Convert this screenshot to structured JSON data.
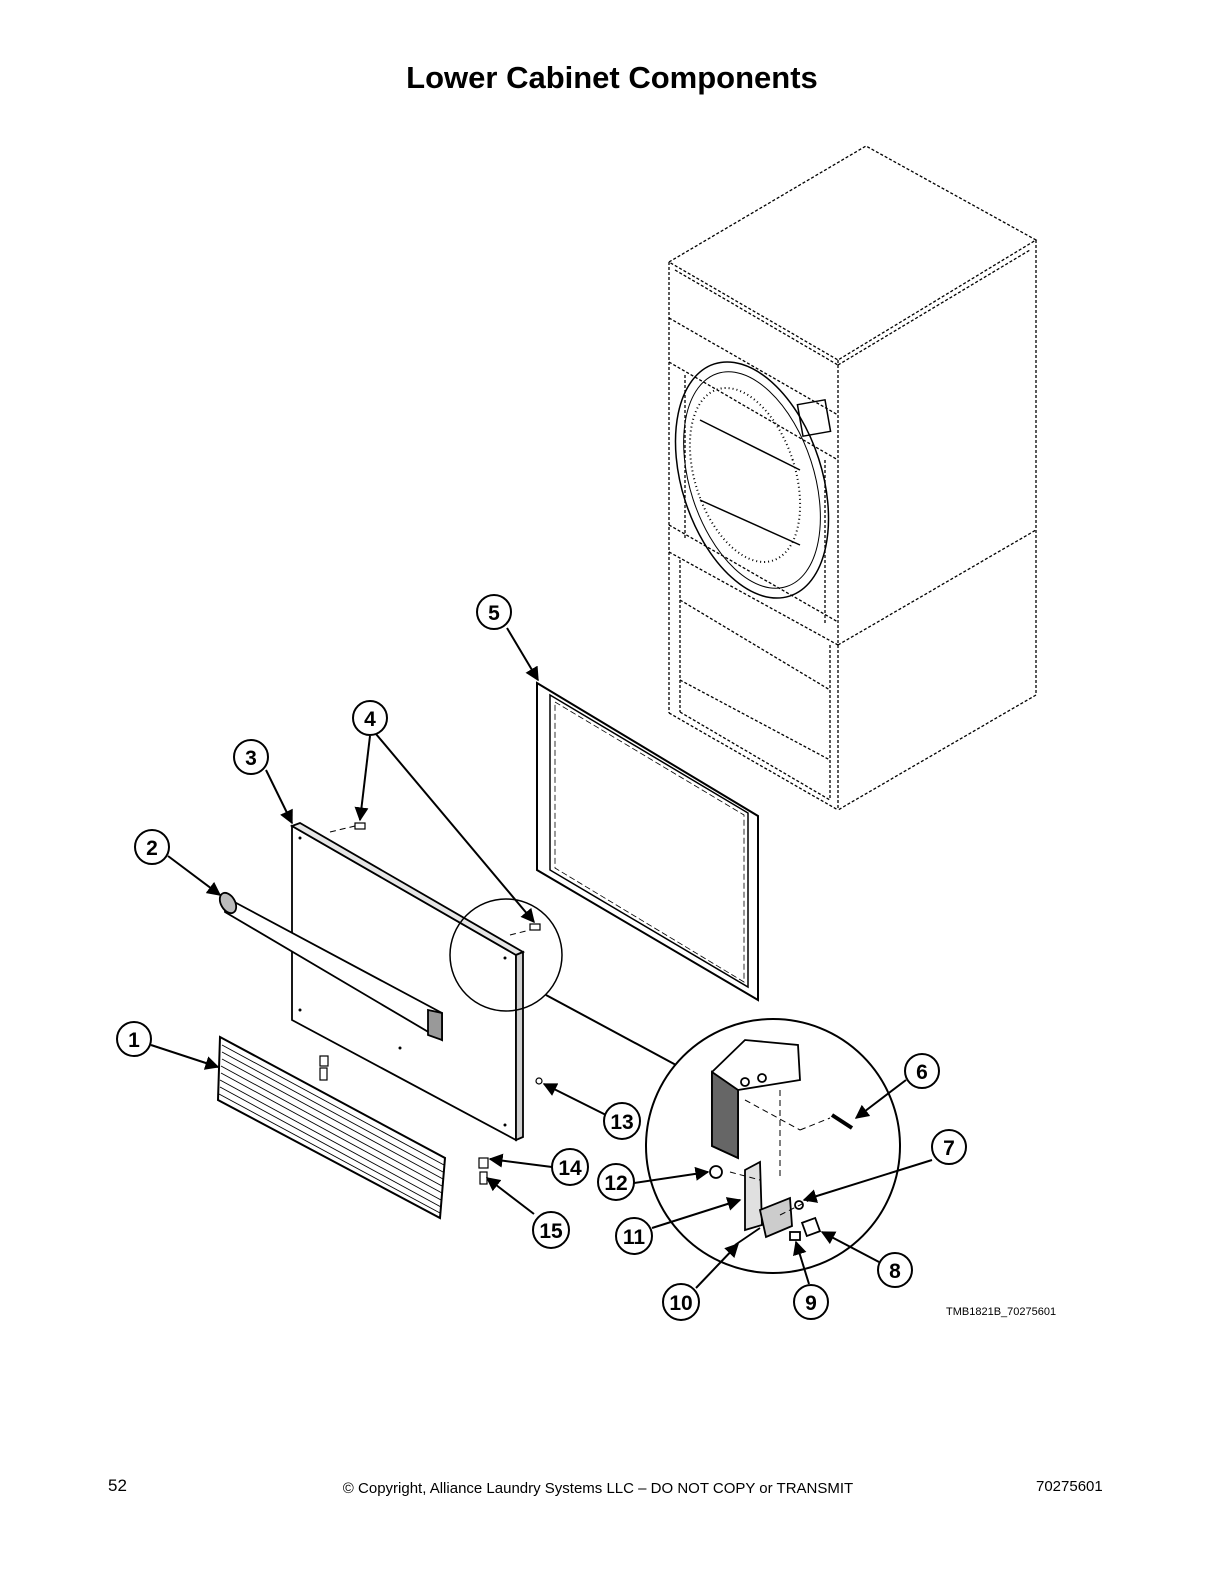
{
  "page": {
    "title": "Lower Cabinet Components",
    "drawing_code": "TMB1821B_70275601",
    "footer": {
      "page_number": "52",
      "copyright": "© Copyright, Alliance Laundry Systems LLC – DO NOT COPY or TRANSMIT",
      "doc_number": "70275601"
    }
  },
  "callouts": [
    "1",
    "2",
    "3",
    "4",
    "5",
    "6",
    "7",
    "8",
    "9",
    "10",
    "11",
    "12",
    "13",
    "14",
    "15"
  ],
  "colors": {
    "line": "#000000",
    "fill": "#ffffff",
    "shade": "#d9d9d9"
  }
}
